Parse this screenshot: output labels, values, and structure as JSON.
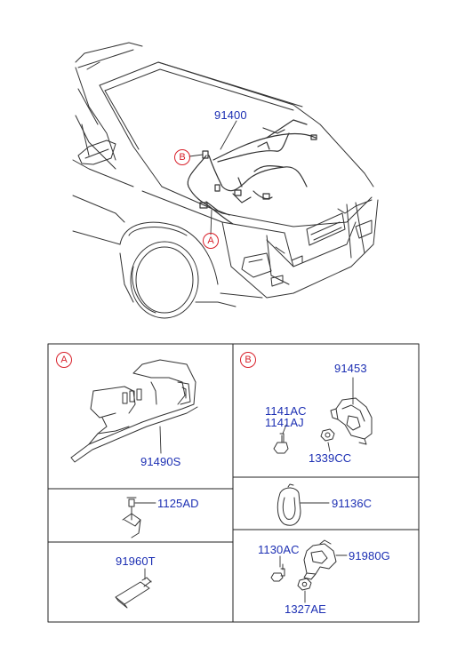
{
  "overview": {
    "harness_part": "91400",
    "callout_a": "A",
    "callout_b": "B"
  },
  "panels": {
    "a": {
      "circle": "A",
      "protector": "91490S",
      "bolt": "1125AD",
      "cap": "91960T"
    },
    "b": {
      "circle": "B",
      "bracket": "91453",
      "bolt_1": "1141AC",
      "bolt_2": "1141AJ",
      "nut": "1339CC",
      "clip": "91136C",
      "bolt_3": "1130AC",
      "connector": "91980G",
      "nut_2": "1327AE"
    }
  },
  "colors": {
    "label": "#1c2fb3",
    "callout": "#d8202a",
    "line": "#333333"
  }
}
